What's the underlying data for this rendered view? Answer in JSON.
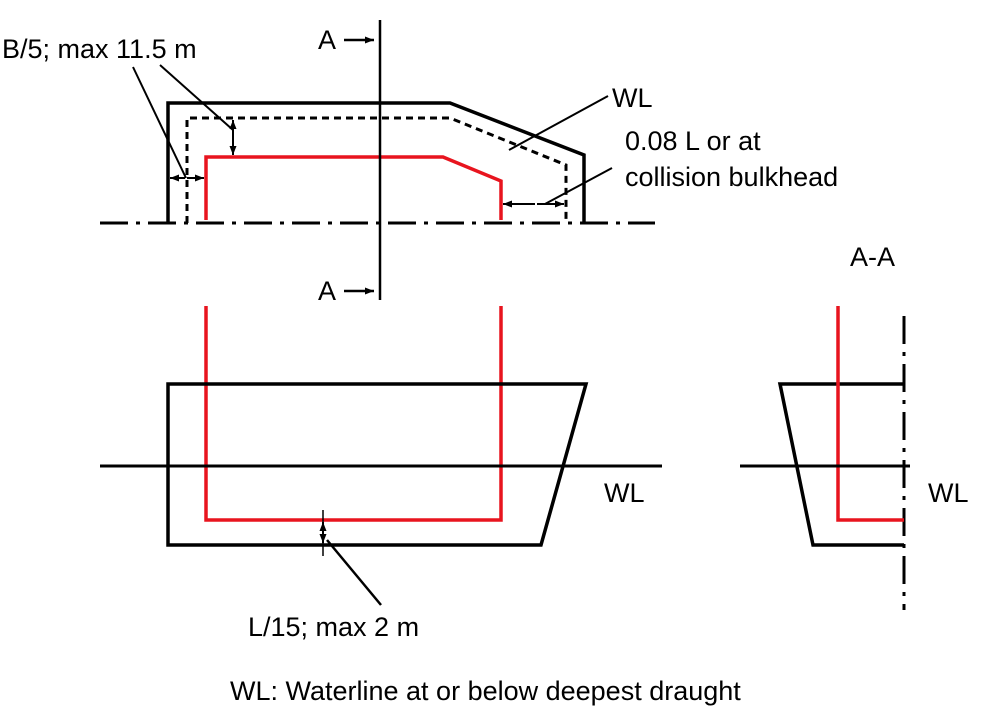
{
  "labels": {
    "breadth_limit": "B/5; max 11.5 m",
    "section_marker_top": "A",
    "section_marker_bottom": "A",
    "waterline_plan": "WL",
    "length_limit_line1": "0.08 L or at",
    "length_limit_line2": "collision bulkhead",
    "section_title": "A-A",
    "waterline_profile": "WL",
    "waterline_section": "WL",
    "height_limit": "L/15; max 2 m",
    "legend": "WL: Waterline at or below deepest draught"
  },
  "colors": {
    "outline": "#000000",
    "boundary": "#e8141e"
  }
}
